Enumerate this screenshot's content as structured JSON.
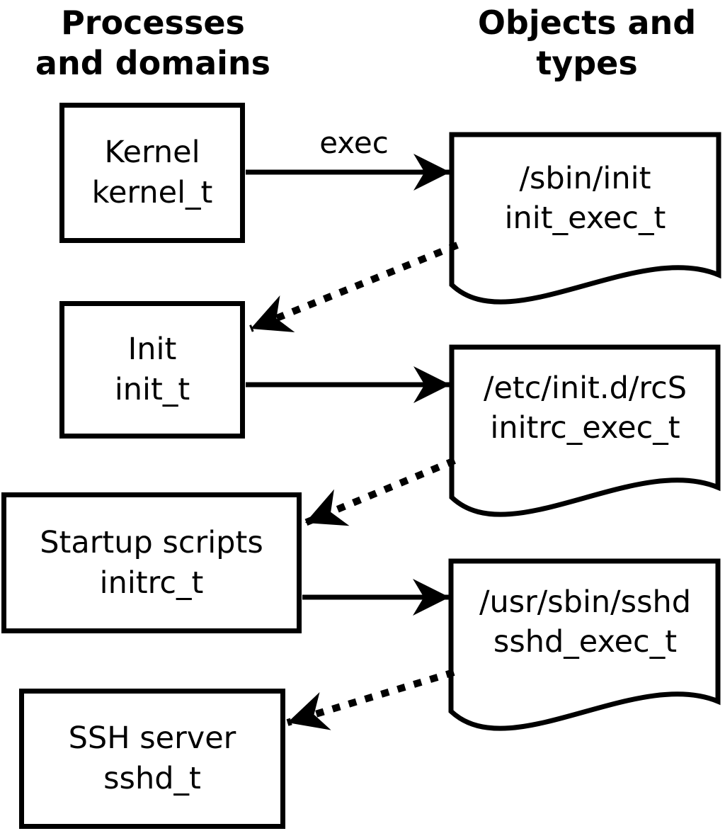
{
  "headings": {
    "left": {
      "line1": "Processes",
      "line2": "and domains"
    },
    "right": {
      "line1": "Objects and",
      "line2": "types"
    }
  },
  "process_boxes": [
    {
      "name": "Kernel",
      "type": "kernel_t"
    },
    {
      "name": "Init",
      "type": "init_t"
    },
    {
      "name": "Startup scripts",
      "type": "initrc_t"
    },
    {
      "name": "SSH server",
      "type": "sshd_t"
    }
  ],
  "object_docs": [
    {
      "path": "/sbin/init",
      "type": "init_exec_t"
    },
    {
      "path": "/etc/init.d/rcS",
      "type": "initrc_exec_t"
    },
    {
      "path": "/usr/sbin/sshd",
      "type": "sshd_exec_t"
    }
  ],
  "edge_labels": {
    "exec": "exec"
  },
  "edges": {
    "solid_note": "exec transition from process box to object file",
    "dotted_note": "resulting domain transition back to next process box"
  },
  "colors": {
    "line": "#000000",
    "background": "#ffffff"
  }
}
